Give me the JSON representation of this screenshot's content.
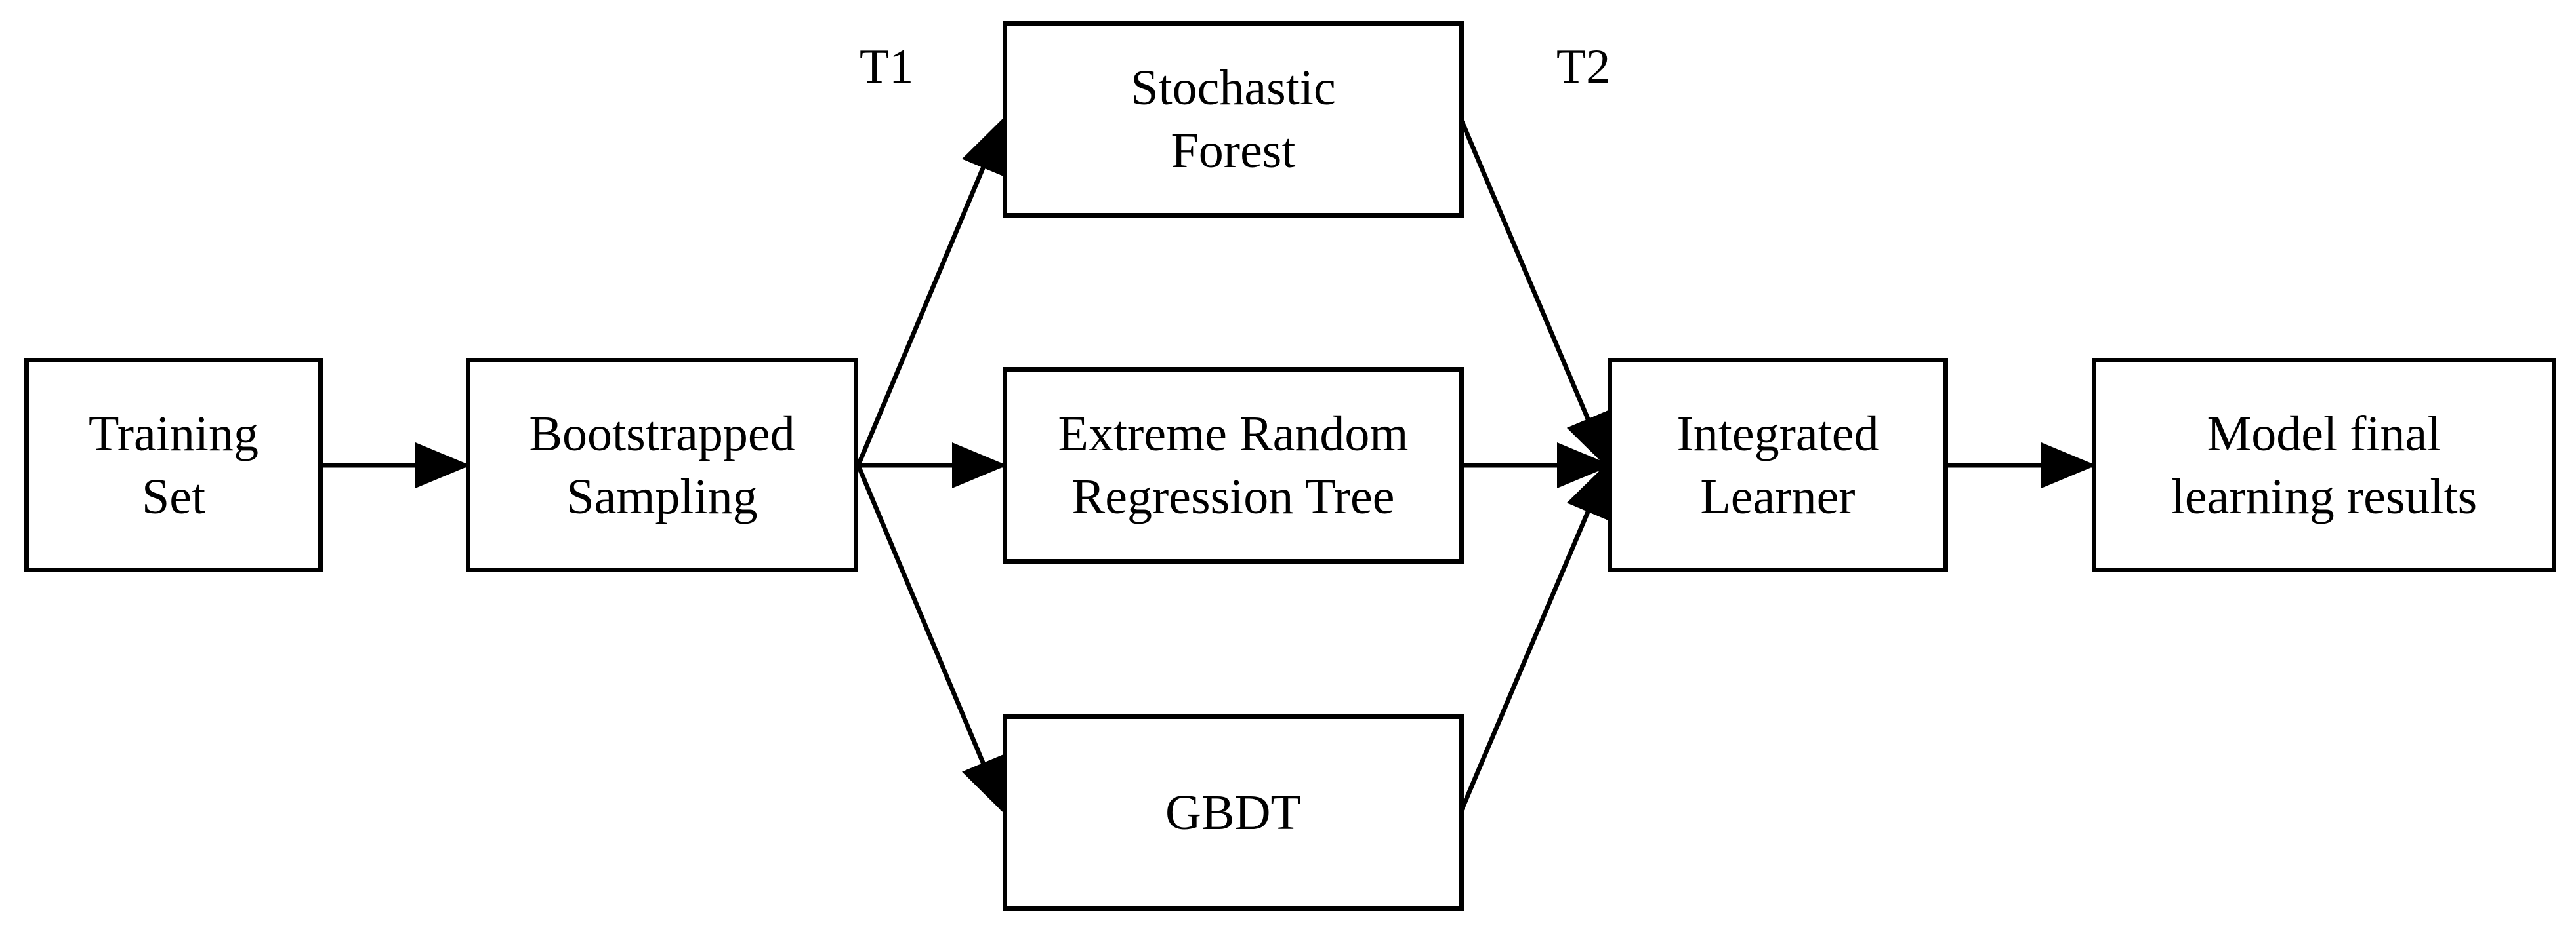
{
  "nodes": {
    "training_set": {
      "line1": "Training",
      "line2": "Set"
    },
    "bootstrapped_sampling": {
      "line1": "Bootstrapped",
      "line2": "Sampling"
    },
    "stochastic_forest": {
      "line1": "Stochastic",
      "line2": "Forest"
    },
    "extreme_random": {
      "line1": "Extreme Random",
      "line2": "Regression Tree"
    },
    "gbdt": {
      "line1": "GBDT"
    },
    "integrated_learner": {
      "line1": "Integrated",
      "line2": "Learner"
    },
    "model_final": {
      "line1": "Model final",
      "line2": "learning results"
    }
  },
  "labels": {
    "t1": "T1",
    "t2": "T2"
  },
  "edges": [
    {
      "from": "Training Set",
      "to": "Bootstrapped Sampling"
    },
    {
      "from": "Bootstrapped Sampling",
      "to": "Stochastic Forest"
    },
    {
      "from": "Bootstrapped Sampling",
      "to": "Extreme Random Regression Tree"
    },
    {
      "from": "Bootstrapped Sampling",
      "to": "GBDT"
    },
    {
      "from": "Stochastic Forest",
      "to": "Integrated Learner"
    },
    {
      "from": "Extreme Random Regression Tree",
      "to": "Integrated Learner"
    },
    {
      "from": "GBDT",
      "to": "Integrated Learner"
    },
    {
      "from": "Integrated Learner",
      "to": "Model final learning results"
    }
  ]
}
